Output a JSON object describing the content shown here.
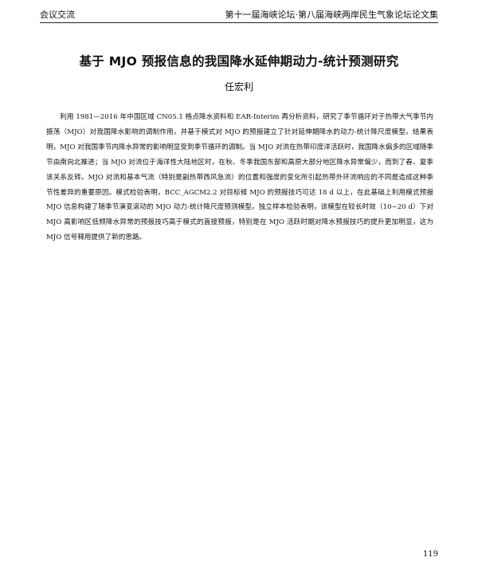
{
  "header": {
    "left": "会议交流",
    "right": "第十一届海峡论坛·第八届海峡两岸民生气象论坛论文集"
  },
  "paper": {
    "title": "基于 MJO 预报信息的我国降水延伸期动力-统计预测研究",
    "author": "任宏利",
    "abstract": "利用 1981—2016 年中国区域 CN05.1 格点降水资料和 EAR-Interim 再分析资料，研究了季节循环对于热带大气季节内振荡（MJO）对我国降水影响的调制作用，并基于模式对 MJO 的预报建立了针对延伸期降水的动力-统计降尺度模型。结果表明，MJO 对我国季节内降水异常的影响明显受到季节循环的调制。当 MJO 对流在热带印度洋活跃时，我国降水偏多的区域随季节由南向北推进；当 MJO 对流位于海洋性大陆地区时，在秋、冬季我国东部和高原大部分地区降水异常偏少，而到了春、夏季该关系反转。MJO 对流和基本气流（特别是副热带西风急流）的位置和强度的变化所引起热带外环流响应的不同是造成这种季节性差异的重要原因。模式检验表明，BCC_AGCM2.2 对目标候 MJO 的预报技巧可达 18 d 以上，在此基础上利用模式预报 MJO 信息构建了随季节演变滚动的 MJO 动力-统计降尺度预测模型。独立样本检验表明，该模型在较长时效（10~20 d）下对 MJO 高影响区低频降水异常的预报技巧高于模式的直接预报，特别是在 MJO 活跃时期对降水预报技巧的提升更加明显，这为 MJO 信号释用提供了新的思路。"
  },
  "footer": {
    "page_number": "119"
  }
}
